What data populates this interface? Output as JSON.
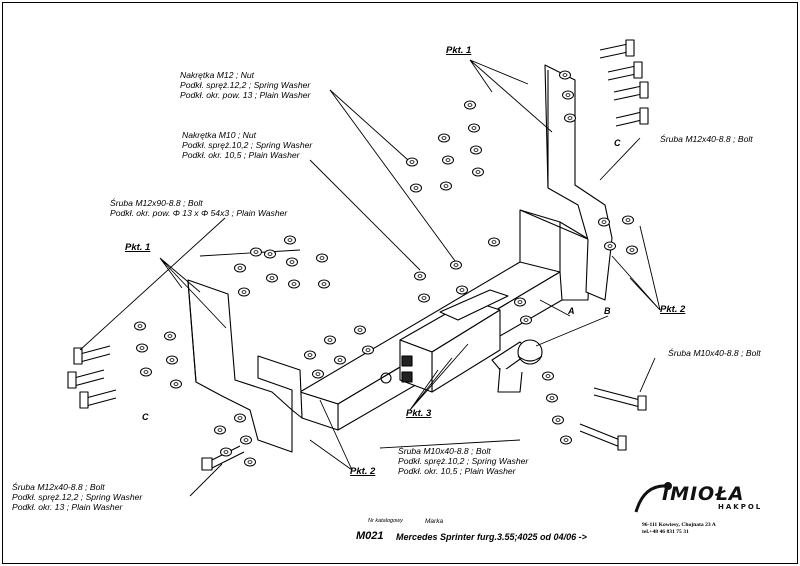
{
  "labels": {
    "nut_m12": [
      "Nakrętka  M12 ; Nut",
      "Podkł. spręż.12,2 ; Spring Washer",
      "Podkł. okr. pow. 13 ; Plain Washer"
    ],
    "nut_m10": [
      "Nakrętka  M10 ; Nut",
      "Podkł. spręż.10,2 ; Spring Washer",
      "Podkł. okr. 10,5 ; Plain Washer"
    ],
    "bolt_m12x90": [
      "Śruba M12x90-8.8 ;  Bolt",
      "Podkł. okr. pow.  Φ 13 x Φ 54x3 ; Plain Washer"
    ],
    "bolt_m12x40_top": [
      "Śruba M12x40-8.8 ;  Bolt"
    ],
    "bolt_m10x40_right": [
      "Śruba M10x40-8.8 ;  Bolt"
    ],
    "bolt_m10x40_bottom": [
      "Śruba M10x40-8.8 ;  Bolt",
      "Podkł. spręż.10,2 ; Spring Washer",
      "Podkł. okr. 10,5 ; Plain Washer"
    ],
    "bolt_m12x40_bottom": [
      "Śruba M12x40-8.8 ;  Bolt",
      "Podkł. spręż.12,2 ; Spring Washer",
      "Podkł. okr. 13 ; Plain Washer"
    ]
  },
  "pkt": {
    "top": "Pkt. 1",
    "left": "Pkt. 1",
    "right": "Pkt. 2",
    "center": "Pkt. 3",
    "bottom": "Pkt. 2"
  },
  "letters": {
    "a": "A",
    "b": "B",
    "c_top": "C",
    "c_left": "C"
  },
  "logo": {
    "brand": "IMIOŁA",
    "sub": "HAKPOL"
  },
  "address": [
    "96-111 Kowiesy, Chojnata 23 A",
    "tel.+48 46 831 75 31"
  ],
  "footer": {
    "catalog_caption": "Nr katalogowy",
    "make_caption": "Marka",
    "catalog_no": "M021",
    "vehicle": "Mercedes Sprinter furg.3.55;4025   od  04/06 ->"
  },
  "colors": {
    "line": "#000000",
    "background": "#ffffff"
  }
}
